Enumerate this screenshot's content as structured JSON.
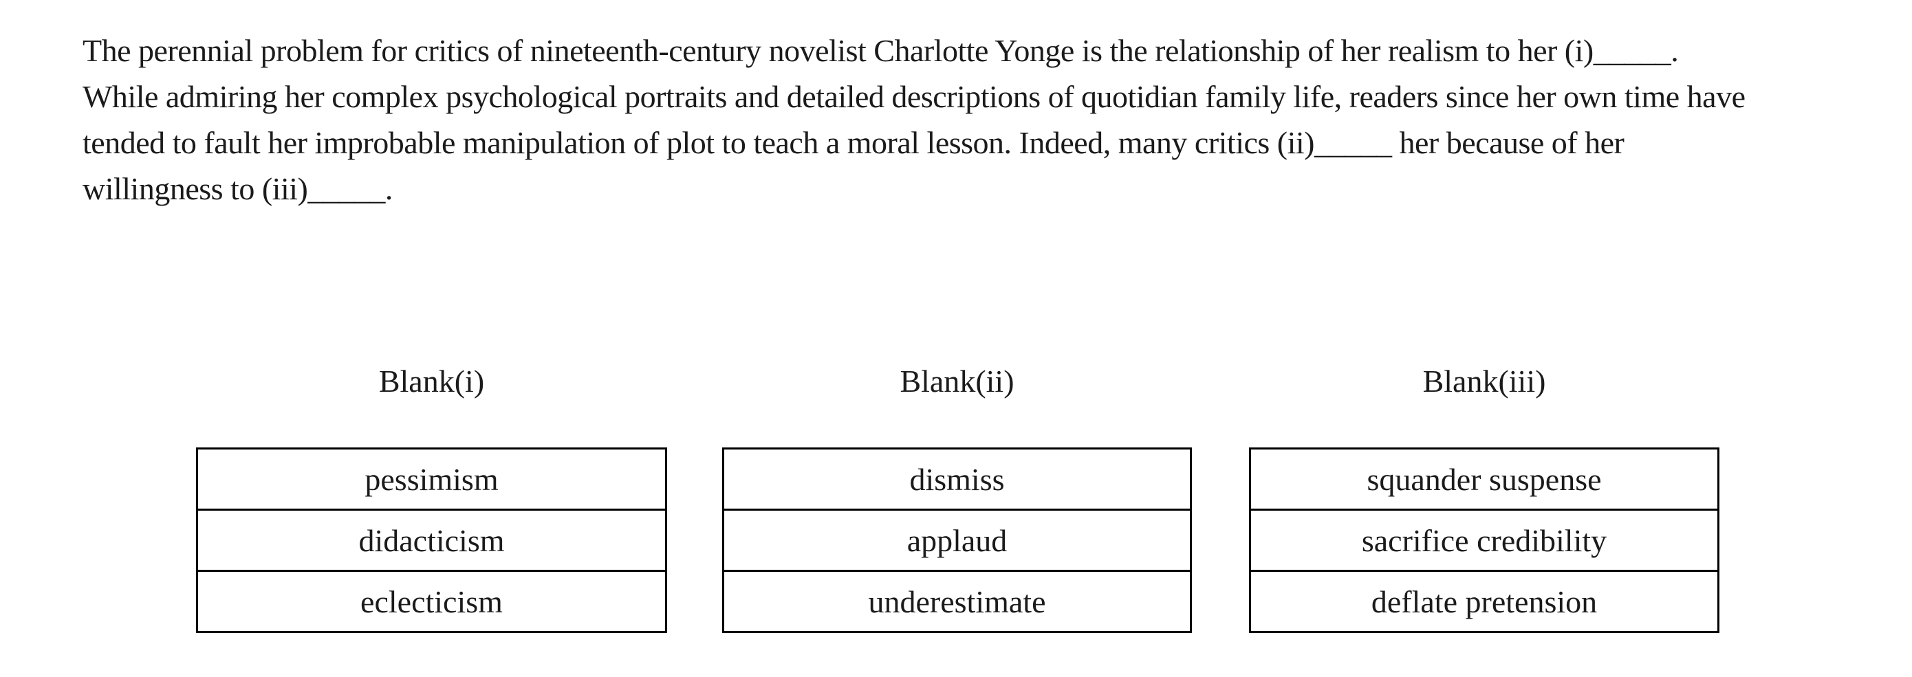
{
  "passage": {
    "lines": [
      "The perennial problem for critics of nineteenth-century novelist Charlotte Yonge is the relationship of her realism to her (i)_____.",
      "While admiring her complex psychological portraits and detailed descriptions of quotidian family life, readers since her own time have",
      "tended to fault her improbable manipulation of plot to teach a moral lesson. Indeed, many critics (ii)_____ her because of her",
      "willingness to (iii)_____."
    ]
  },
  "columns": [
    {
      "label": "Blank(i)",
      "options": [
        "pessimism",
        "didacticism",
        "eclecticism"
      ]
    },
    {
      "label": "Blank(ii)",
      "options": [
        "dismiss",
        "applaud",
        "underestimate"
      ]
    },
    {
      "label": "Blank(iii)",
      "options": [
        "squander suspense",
        "sacrifice credibility",
        "deflate pretension"
      ]
    }
  ],
  "colors": {
    "background": "#ffffff",
    "text": "#1b1b1b",
    "table_border": "#000000"
  }
}
